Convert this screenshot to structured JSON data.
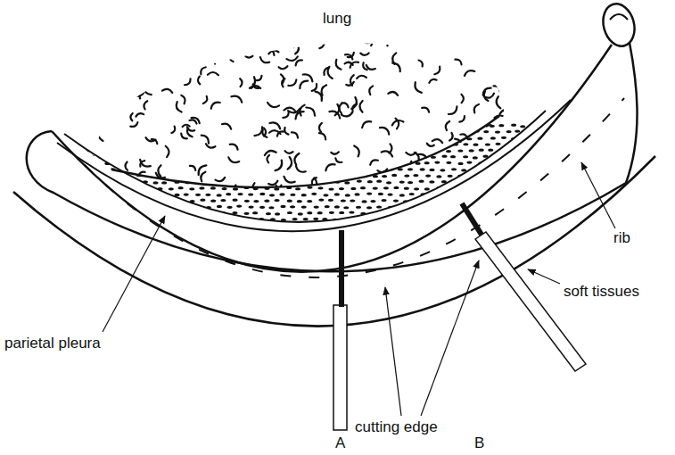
{
  "diagram": {
    "labels": [
      "lung",
      "parietal pleura",
      "cutting edge",
      "rib",
      "soft tissues",
      "A",
      "B"
    ]
  }
}
